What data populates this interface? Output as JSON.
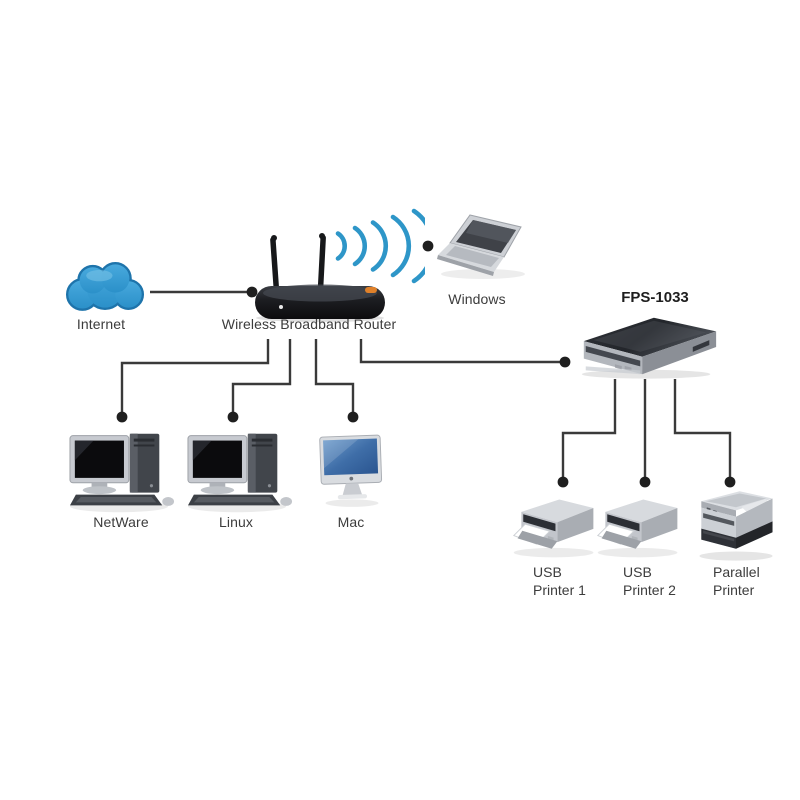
{
  "diagram": {
    "nodes": {
      "internet": {
        "label": "Internet"
      },
      "router": {
        "label": "Wireless Broadband Router"
      },
      "windows": {
        "label": "Windows"
      },
      "print_server": {
        "label": "FPS-1033"
      },
      "netware": {
        "label": "NetWare"
      },
      "linux": {
        "label": "Linux"
      },
      "mac": {
        "label": "Mac"
      },
      "usb_printer_1": {
        "line1": "USB",
        "line2": "Printer 1"
      },
      "usb_printer_2": {
        "line1": "USB",
        "line2": "Printer 2"
      },
      "parallel_printer": {
        "line1": "Parallel",
        "line2": "Printer"
      }
    },
    "colors": {
      "wifi_signal": "#2e96c8",
      "cloud_fill": "#2f99d4",
      "cloud_outline": "#1e74ab",
      "connector_line": "#3a3a3a",
      "connector_dot": "#1f1f1f",
      "label_text": "#3c3c3c"
    },
    "icon_names": [
      "internet-cloud-icon",
      "wireless-router-icon",
      "wifi-signal-icon",
      "laptop-icon",
      "print-server-icon",
      "desktop-pc-icon",
      "imac-icon",
      "inkjet-printer-icon",
      "mfp-printer-icon"
    ]
  }
}
